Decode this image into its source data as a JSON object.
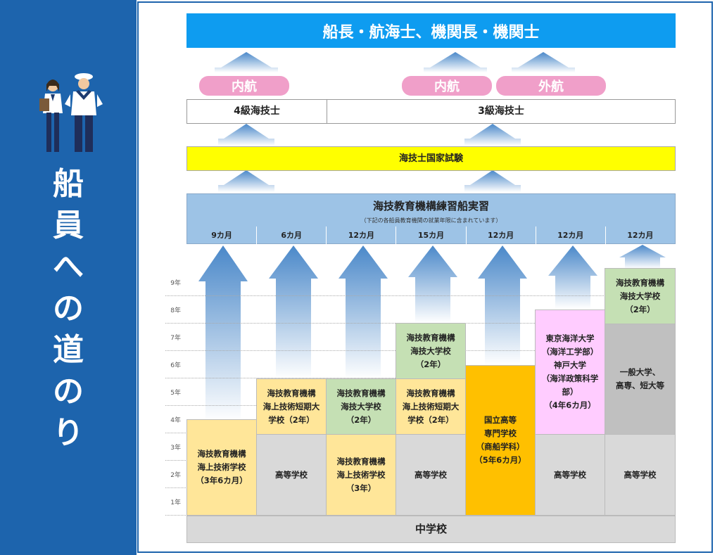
{
  "side_title": [
    "船",
    "員",
    "へ",
    "の",
    "道",
    "の",
    "り"
  ],
  "top_banner": "船長・航海士、機関長・機関士",
  "pills": [
    "内航",
    "内航",
    "外航"
  ],
  "license_left": "4級海技士",
  "license_right": "3級海技士",
  "exam": "海技士国家試験",
  "training": {
    "title": "海技教育機構練習船実習",
    "note": "（下記の各船員教育機関の就業年限に含まれています）",
    "durations": [
      "9カ月",
      "6カ月",
      "12カ月",
      "15カ月",
      "12カ月",
      "12カ月",
      "12カ月"
    ]
  },
  "y_labels": [
    "9年",
    "8年",
    "7年",
    "6年",
    "5年",
    "4年",
    "3年",
    "2年",
    "1年"
  ],
  "columns": {
    "col1": "海技教育機構\n海上技術学校\n（3年6カ月）",
    "col2_top": "海技教育機構\n海上技術短期大\n学校（2年）",
    "col2_bottom": "高等学校",
    "col3_top": "海技教育機構\n海技大学校\n（2年）",
    "col3_bottom": "海技教育機構\n海上技術学校\n（3年）",
    "col4_top": "海技教育機構\n海技大学校\n（2年）",
    "col4_mid": "海技教育機構\n海上技術短期大\n学校（2年）",
    "col4_bottom": "高等学校",
    "col5": "国立高等\n専門学校\n（商船学科）\n（5年6カ月）",
    "col6_top": "東京海洋大学\n（海洋工学部）\n神戸大学\n（海洋政策科学\n部）\n（4年6カ月）",
    "col6_bottom": "高等学校",
    "col7_top": "海技教育機構\n海技大学校\n（2年）",
    "col7_mid": "一般大学、\n高専、短大等",
    "col7_bottom": "高等学校"
  },
  "bottom_bar": "中学校",
  "colors": {
    "sidebar": "#1d64ad",
    "banner": "#0e9cf0",
    "pill": "#f09fc9",
    "exam": "#ffff00",
    "training": "#9dc3e6",
    "yellow": "#ffe699",
    "green": "#c5e0b4",
    "gray": "#d9d9d9",
    "dark_gray": "#c0c0c0",
    "orange": "#ffc000",
    "pink": "#ffccff"
  }
}
